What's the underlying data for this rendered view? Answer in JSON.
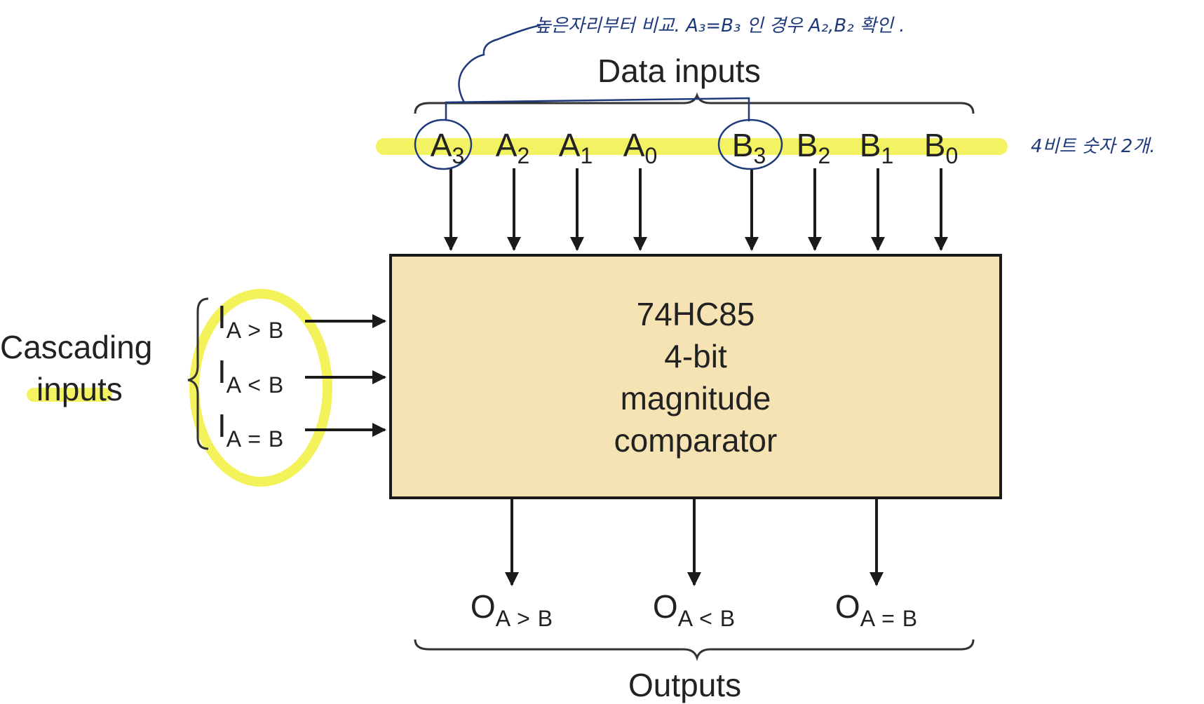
{
  "diagram": {
    "data_inputs_label": "Data inputs",
    "a_pins": [
      {
        "name": "A",
        "sub": "3"
      },
      {
        "name": "A",
        "sub": "2"
      },
      {
        "name": "A",
        "sub": "1"
      },
      {
        "name": "A",
        "sub": "0"
      }
    ],
    "b_pins": [
      {
        "name": "B",
        "sub": "3"
      },
      {
        "name": "B",
        "sub": "2"
      },
      {
        "name": "B",
        "sub": "1"
      },
      {
        "name": "B",
        "sub": "0"
      }
    ],
    "chip": {
      "part_number": "74HC85",
      "line2": "4-bit",
      "line3": "magnitude",
      "line4": "comparator"
    },
    "cascading_label_line1": "Cascading",
    "cascading_label_line2": "inputs",
    "cascading_inputs": [
      {
        "name": "I",
        "sub": "A > B"
      },
      {
        "name": "I",
        "sub": "A < B"
      },
      {
        "name": "I",
        "sub": "A = B"
      }
    ],
    "outputs": [
      {
        "name": "O",
        "sub": "A > B"
      },
      {
        "name": "O",
        "sub": "A < B"
      },
      {
        "name": "O",
        "sub": "A = B"
      }
    ],
    "outputs_label": "Outputs"
  },
  "annotations": {
    "top_note": "높은자리부터 비교.  A₃=B₃ 인 경우  A₂,B₂ 확인 .",
    "right_note": "4비트 숫자 2개.",
    "highlight_color": "#f3f25a",
    "ink_color": "#1f3a7a"
  }
}
